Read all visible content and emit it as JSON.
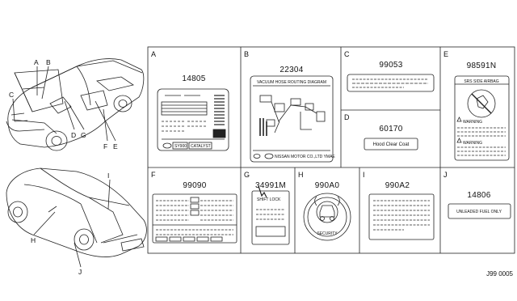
{
  "diagram_id": "J99 0005",
  "callouts": [
    "A",
    "B",
    "C",
    "D",
    "E",
    "F",
    "G",
    "H",
    "I",
    "J"
  ],
  "cells": [
    {
      "letter": "A",
      "part_number": "14805",
      "texts": [
        "SY900",
        "CATALYST"
      ]
    },
    {
      "letter": "B",
      "part_number": "22304",
      "texts": [
        "VACUUM HOSE ROUTING DIAGRAM",
        "NISSAN MOTOR CO.,LTD YMAE"
      ]
    },
    {
      "letter": "C",
      "part_number": "99053",
      "texts": []
    },
    {
      "letter": "D",
      "part_number": "60170",
      "texts": [
        "Hood Clear Coat"
      ]
    },
    {
      "letter": "E",
      "part_number": "98591N",
      "texts": [
        "SRS SIDE AIRBAG",
        "WARNING",
        "WARNING"
      ]
    },
    {
      "letter": "F",
      "part_number": "99090",
      "texts": []
    },
    {
      "letter": "G",
      "part_number": "34991M",
      "texts": [
        "SHIFT LOCK"
      ]
    },
    {
      "letter": "H",
      "part_number": "990A0",
      "texts": [
        "SECURITY"
      ]
    },
    {
      "letter": "I",
      "part_number": "990A2",
      "texts": []
    },
    {
      "letter": "J",
      "part_number": "14806",
      "texts": [
        "UNLEADED FUEL ONLY"
      ]
    }
  ]
}
